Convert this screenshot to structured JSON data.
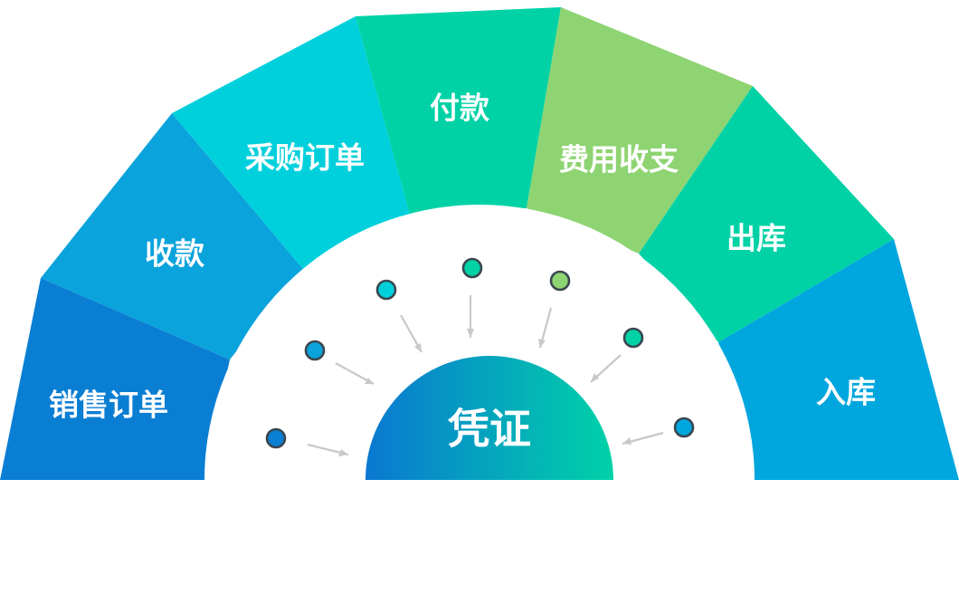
{
  "center": {
    "label": "凭证",
    "gradient_from": "#0a78d2",
    "gradient_to": "#00d2a8"
  },
  "segments": [
    {
      "label": "销售订单",
      "color": "#0a7ed3"
    },
    {
      "label": "收款",
      "color": "#0aa3dc"
    },
    {
      "label": "采购订单",
      "color": "#00d0dc"
    },
    {
      "label": "付款",
      "color": "#00d2a6"
    },
    {
      "label": "费用收支",
      "color": "#8ed472"
    },
    {
      "label": "出库",
      "color": "#00d2a6"
    },
    {
      "label": "入库",
      "color": "#00a6de"
    }
  ]
}
